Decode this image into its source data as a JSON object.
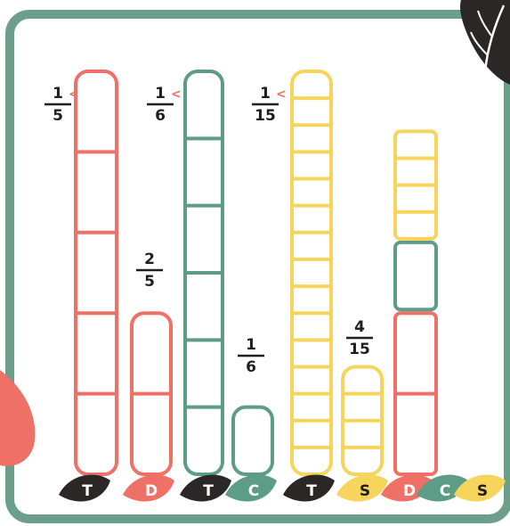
{
  "colors": {
    "frame": "#6b9f8a",
    "red": "#ee7067",
    "green": "#5d9c85",
    "yellow": "#f7d55c",
    "dark": "#2b2727",
    "text": "#1e1e1e",
    "arrow": "#ee7067"
  },
  "bars": [
    {
      "name": "T",
      "color": "red",
      "parts": 5,
      "level": 1.0,
      "fraction": {
        "num": "1",
        "den": "5",
        "lt": "<"
      }
    },
    {
      "name": "D",
      "color": "red",
      "parts": 2,
      "level": 0.4,
      "fraction": {
        "num": "2",
        "den": "5",
        "lt": ""
      }
    },
    {
      "name": "T",
      "color": "green",
      "parts": 6,
      "level": 1.0,
      "fraction": {
        "num": "1",
        "den": "6",
        "lt": "<"
      }
    },
    {
      "name": "C",
      "color": "green",
      "parts": 1,
      "level": 0.1667,
      "fraction": {
        "num": "1",
        "den": "6",
        "lt": ""
      }
    },
    {
      "name": "T",
      "color": "yellow",
      "parts": 15,
      "level": 1.0,
      "fraction": {
        "num": "1",
        "den": "15",
        "lt": "<"
      }
    },
    {
      "name": "S",
      "color": "yellow",
      "parts": 4,
      "level": 0.2667,
      "fraction": {
        "num": "4",
        "den": "15",
        "lt": ""
      }
    }
  ],
  "stacked": {
    "segments": [
      {
        "color": "red",
        "parts": 2
      },
      {
        "color": "green",
        "parts": 1
      },
      {
        "color": "yellow",
        "parts": 4
      }
    ]
  },
  "labels": [
    {
      "text": "T",
      "color": "dark",
      "text_color": "#ffffff"
    },
    {
      "text": "D",
      "color": "red",
      "text_color": "#ffffff"
    },
    {
      "text": "T",
      "color": "dark",
      "text_color": "#ffffff"
    },
    {
      "text": "C",
      "color": "green",
      "text_color": "#ffffff"
    },
    {
      "text": "T",
      "color": "dark",
      "text_color": "#ffffff"
    },
    {
      "text": "S",
      "color": "yellow",
      "text_color": "#1e1e1e"
    },
    {
      "text": "D",
      "color": "red",
      "text_color": "#ffffff"
    },
    {
      "text": "C",
      "color": "green",
      "text_color": "#ffffff"
    },
    {
      "text": "S",
      "color": "yellow",
      "text_color": "#1e1e1e"
    }
  ]
}
